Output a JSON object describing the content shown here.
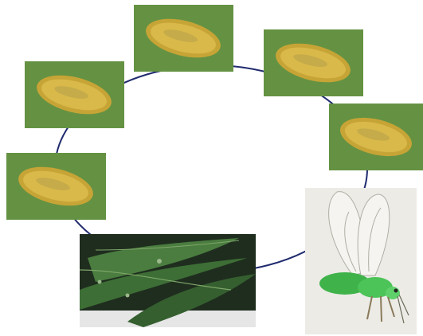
{
  "diagram": {
    "type": "life-cycle",
    "cycle_line_color": "#1f2a6e",
    "stages": [
      {
        "id": "egg-1",
        "icon": "yellow-egg-on-leaf"
      },
      {
        "id": "egg-2",
        "icon": "yellow-egg-on-leaf"
      },
      {
        "id": "egg-3",
        "icon": "yellow-egg-on-leaf"
      },
      {
        "id": "adult",
        "icon": "winged-green-insect"
      },
      {
        "id": "host-plant",
        "icon": "green-leaf-sprig"
      },
      {
        "id": "egg-4",
        "icon": "yellow-egg-on-leaf"
      },
      {
        "id": "egg-5",
        "icon": "yellow-egg-on-leaf"
      }
    ],
    "colors": {
      "leaf_background": "#5f8e3e",
      "egg_fill": "#d9b94a",
      "egg_rim": "#c7a436",
      "insect_body": "#3fb34a",
      "plant_leaf": "#3d6e35",
      "adult_background": "#ecebe6"
    }
  }
}
